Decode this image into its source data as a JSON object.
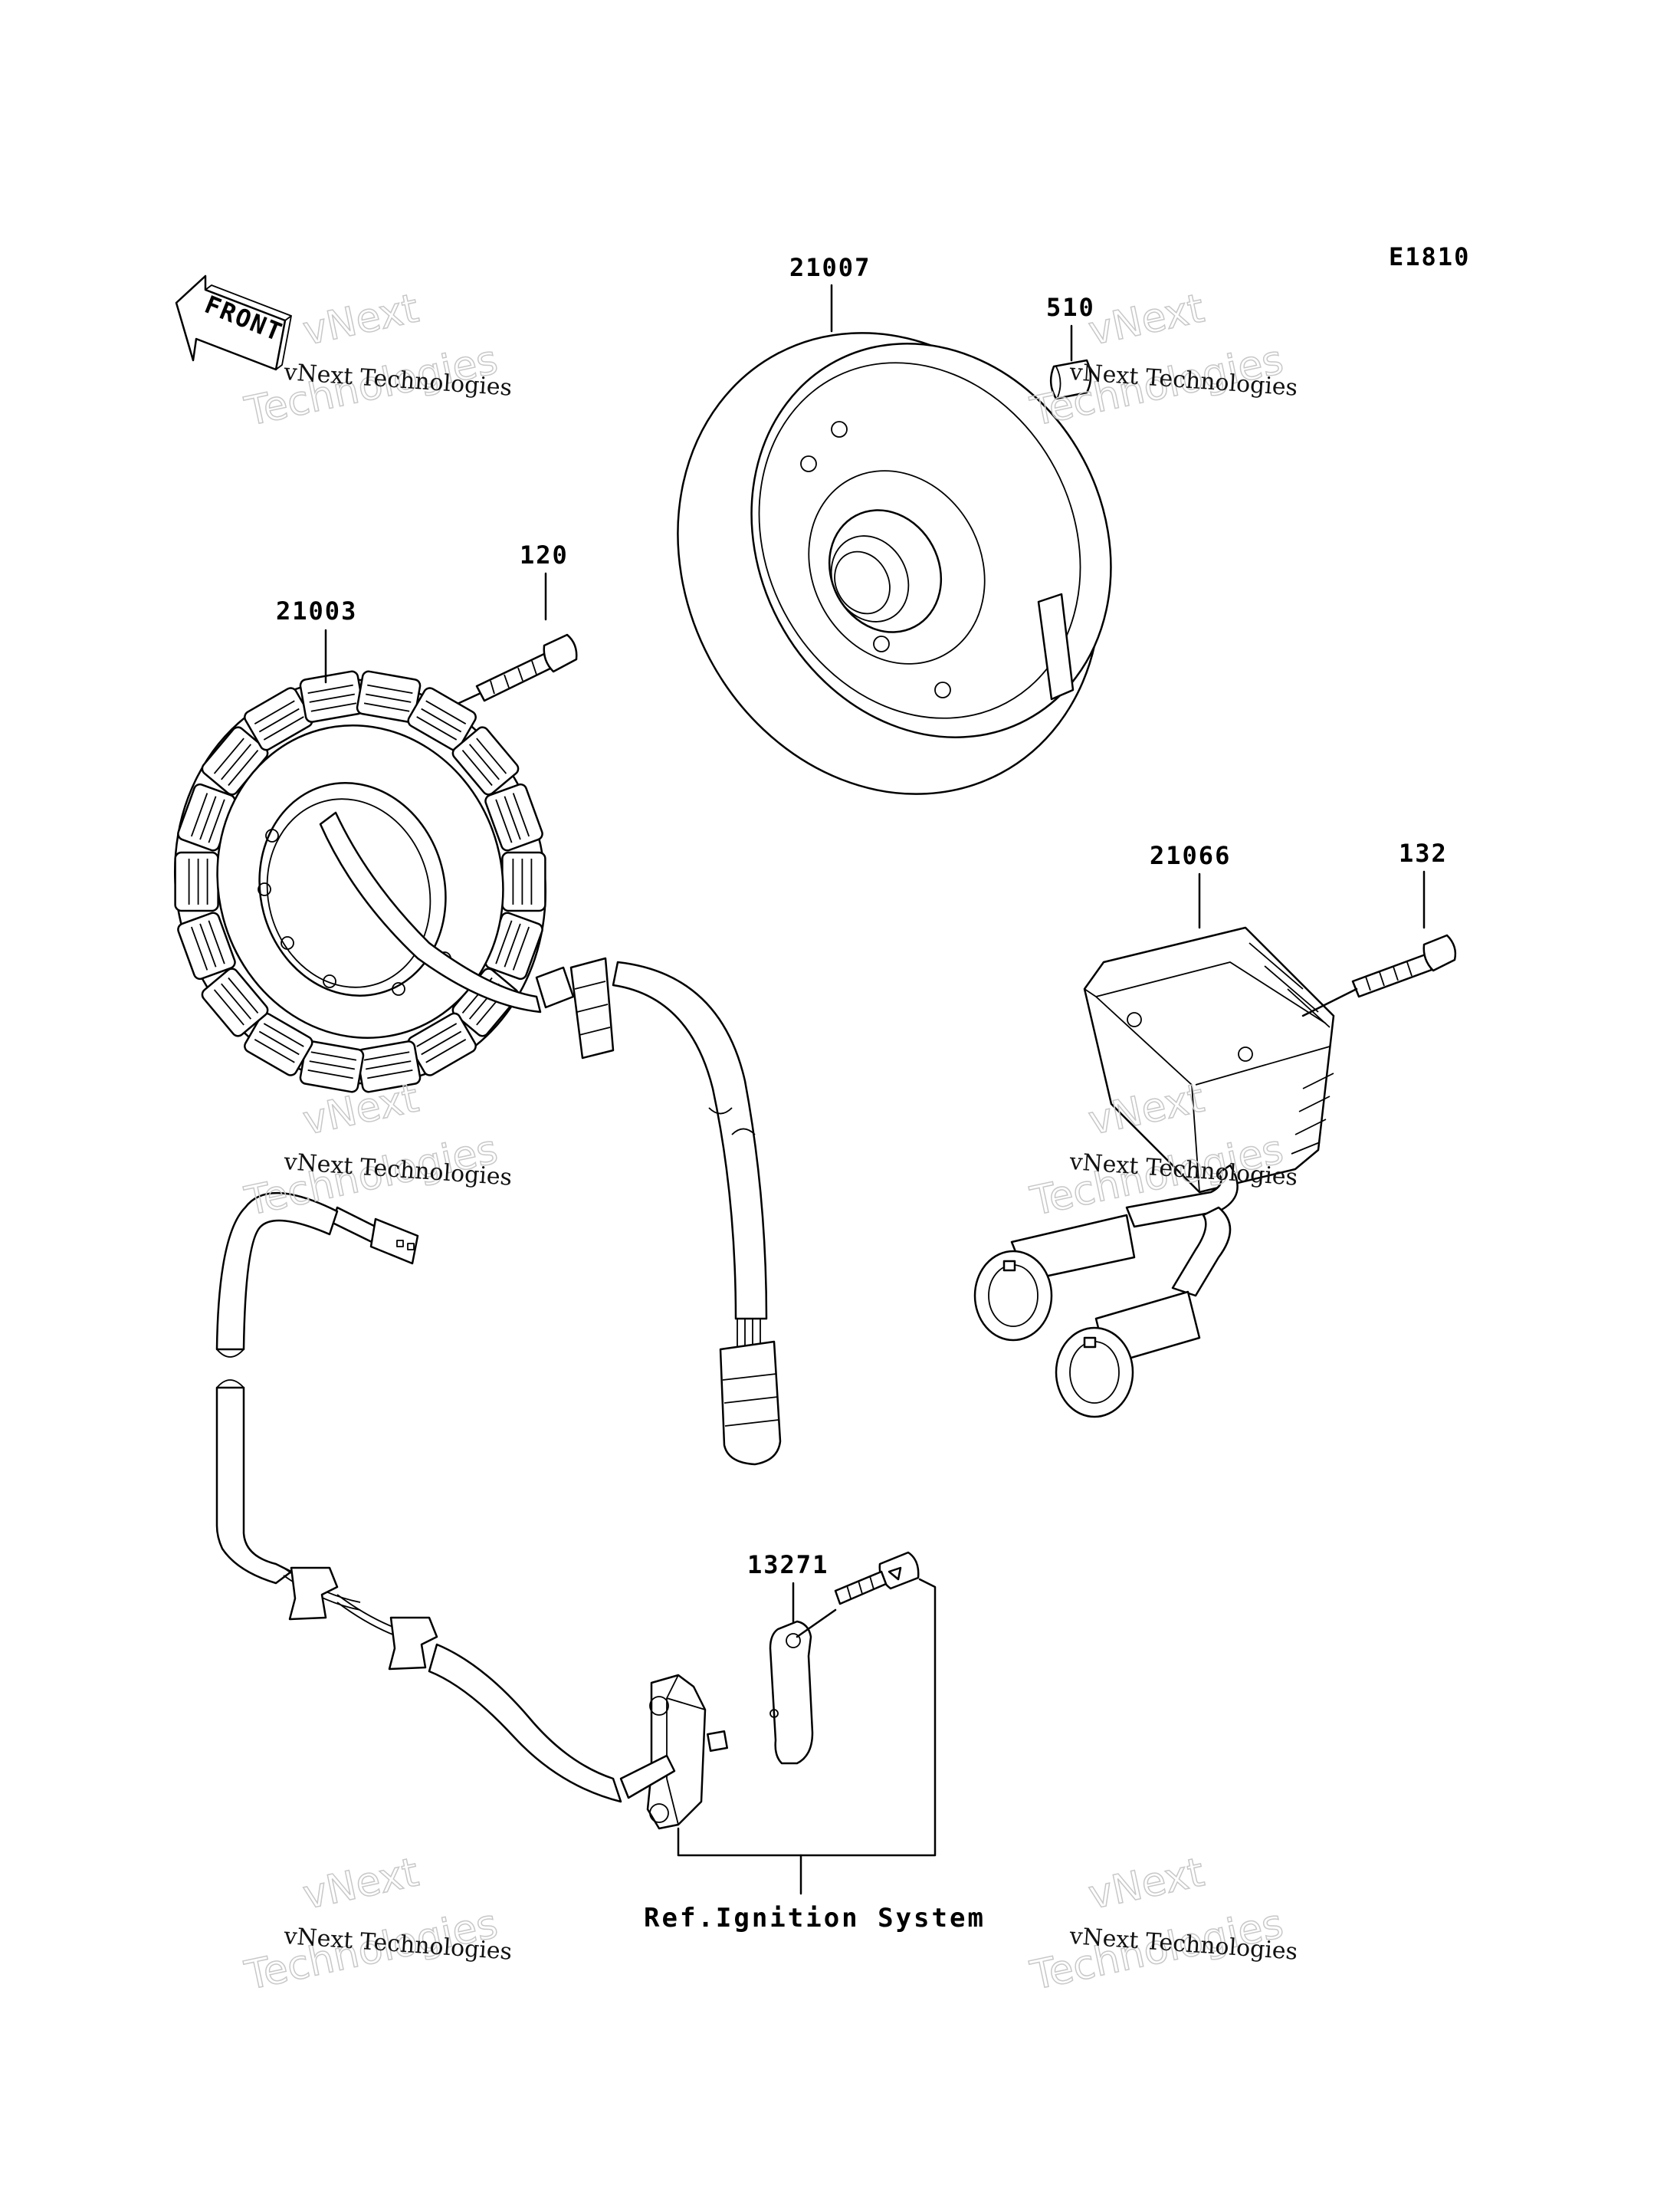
{
  "diagram_code": "E1810",
  "front_label": "FRONT",
  "parts": {
    "flywheel": "21007",
    "key": "510",
    "bolt_stator": "120",
    "stator": "21003",
    "regulator": "21066",
    "bolt_regulator": "132",
    "pickup_coil": "13271"
  },
  "reference_note": "Ref.Ignition System",
  "watermarks": [
    {
      "line1": "vNext",
      "line2": "vNext Technologies",
      "line3": "Technologies"
    },
    {
      "line1": "vNext",
      "line2": "vNext Technologies",
      "line3": "Technologies"
    },
    {
      "line1": "vNext",
      "line2": "vNext Technologies",
      "line3": "Technologies"
    },
    {
      "line1": "vNext",
      "line2": "vNext Technologies",
      "line3": "Technologies"
    },
    {
      "line1": "vNext",
      "line2": "vNext Technologies",
      "line3": "Technologies"
    },
    {
      "line1": "vNext",
      "line2": "vNext Technologies",
      "line3": "Technologies"
    }
  ]
}
